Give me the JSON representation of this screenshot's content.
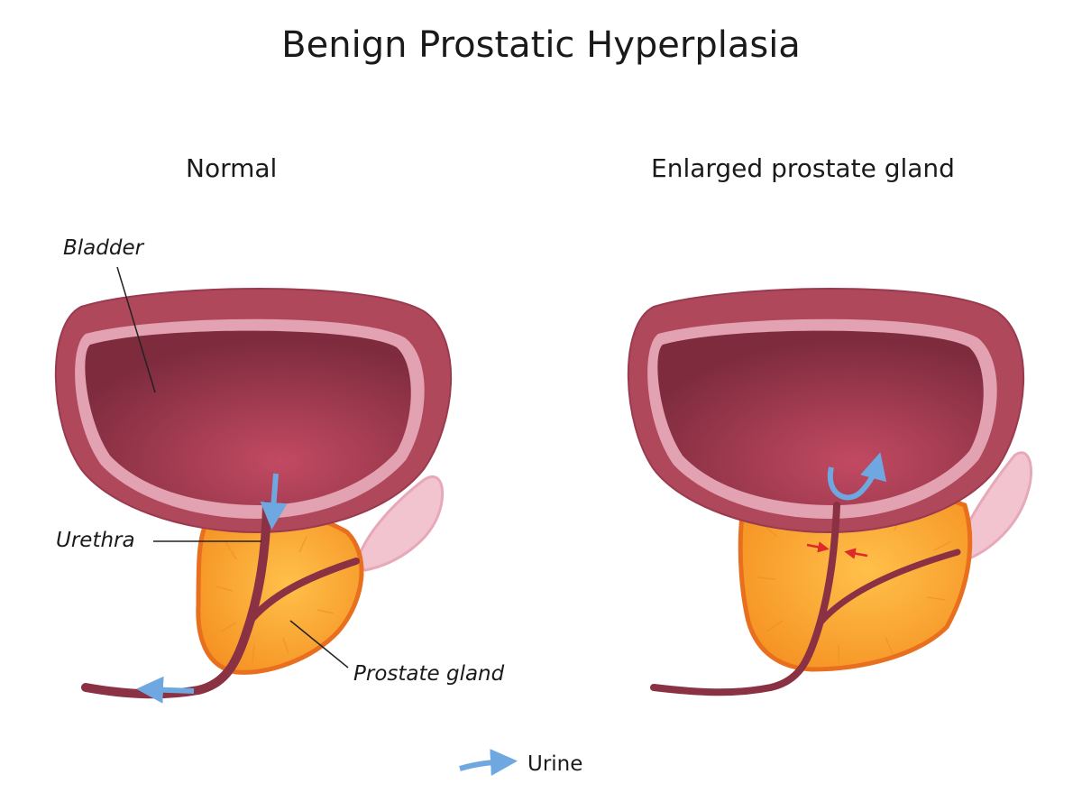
{
  "title": "Benign Prostatic Hyperplasia",
  "panels": {
    "normal": {
      "title": "Normal"
    },
    "enlarged": {
      "title": "Enlarged prostate gland"
    }
  },
  "labels": {
    "bladder": "Bladder",
    "urethra": "Urethra",
    "prostate": "Prostate gland"
  },
  "legend": {
    "urine": "Urine"
  },
  "colors": {
    "bladder_outer": "#b0485c",
    "bladder_lining": "#e3a2b1",
    "bladder_cavity": "#8c3247",
    "prostate_fill": "#f6a02c",
    "prostate_edge": "#e86f1e",
    "urethra": "#8a3243",
    "seminal_vesicle": "#f2c4d0",
    "urine_arrow": "#6fa7e0",
    "constriction_arrow": "#e0292b"
  }
}
